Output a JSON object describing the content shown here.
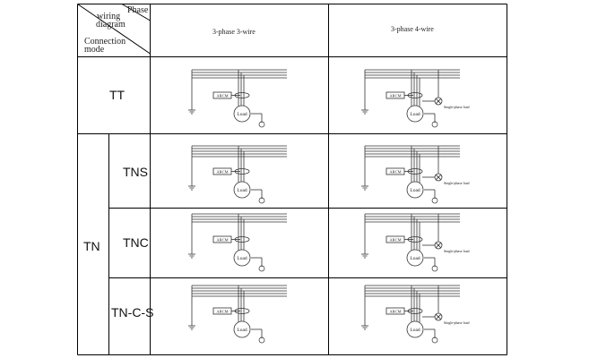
{
  "header": {
    "phase_label": "Phase",
    "wiring_label_1": "wiring",
    "wiring_label_2": "diagram",
    "connection_label_1": "Connection",
    "connection_label_2": "mode",
    "col_3phase_3wire": "3-phase 3-wire",
    "col_3phase_4wire": "3-phase 4-wire"
  },
  "modes": {
    "tt": "TT",
    "tn": "TN",
    "tns": "TNS",
    "tnc": "TNC",
    "tncs": "TN-C-S"
  },
  "diagram": {
    "arcm_label": "ARCM",
    "load_label": "Load",
    "single_phase_load_label": "Single-phase load"
  },
  "colors": {
    "line": "#333333",
    "grid": "#000000"
  }
}
